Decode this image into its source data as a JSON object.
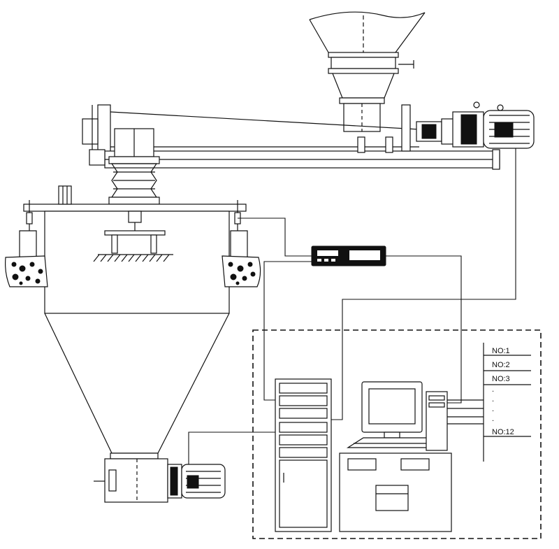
{
  "channels": {
    "first": "NO:1",
    "second": "NO:2",
    "third": "NO:3",
    "last": "NO:12"
  }
}
